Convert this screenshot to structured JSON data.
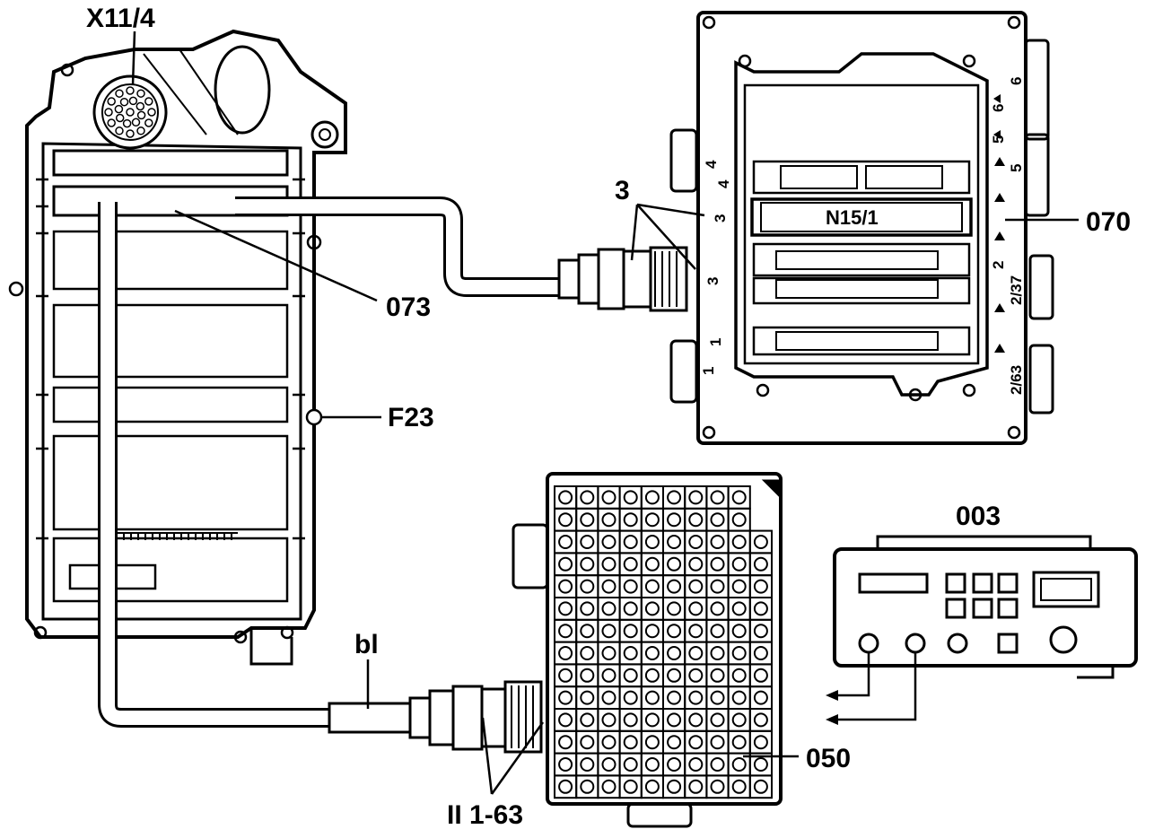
{
  "labels": {
    "x11_4": "X11/4",
    "n073": "073",
    "f23": "F23",
    "n3": "3",
    "n070": "070",
    "n15_1": "N15/1",
    "n003": "003",
    "n050": "050",
    "bl": "bl",
    "ii_1_63": "II 1-63"
  },
  "ecu_plugs": {
    "p4": "4",
    "p3": "3",
    "p1": "1",
    "p6": "6",
    "p5": "5",
    "p2_37": "2/37",
    "p2_63": "2/63",
    "slot6": "6",
    "slot5": "5",
    "slot2": "2"
  },
  "socket_box": {
    "rows": 14,
    "cols": 10
  },
  "meter": {
    "readouts": 2,
    "keys": 6
  }
}
